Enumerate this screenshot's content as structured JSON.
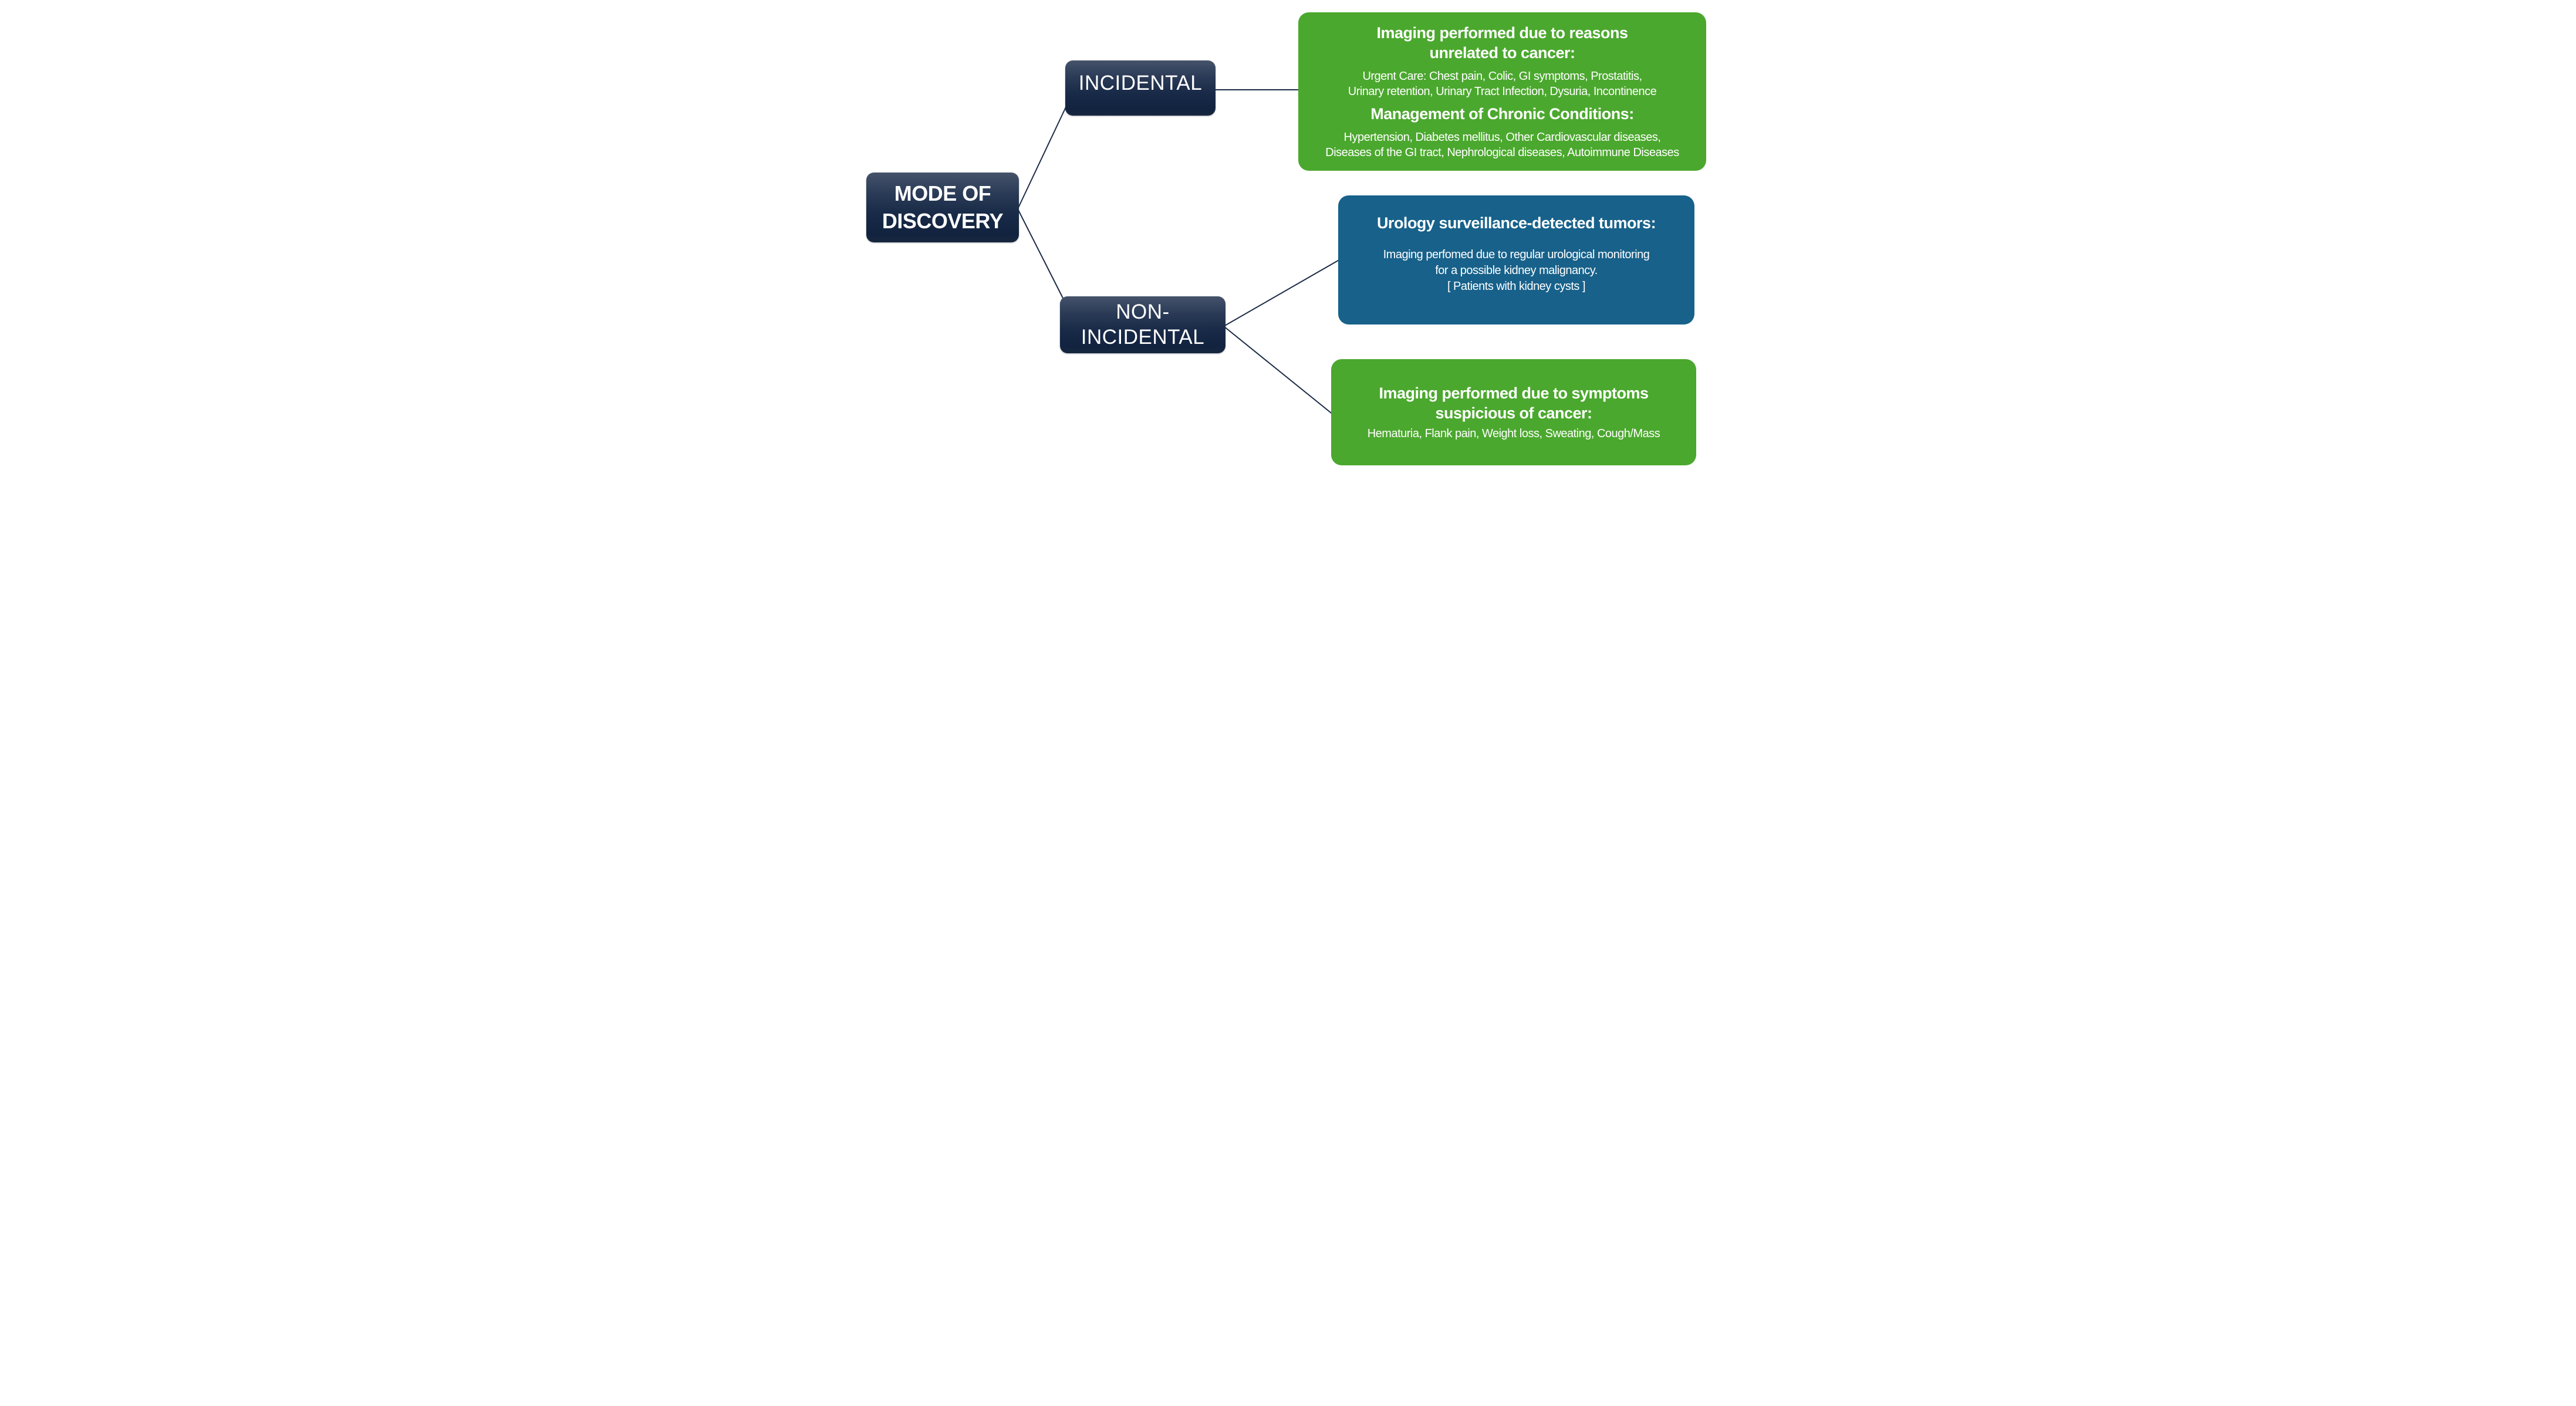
{
  "diagram": {
    "root": {
      "label": "MODE OF\nDISCOVERY"
    },
    "incidental": {
      "label": "INCIDENTAL"
    },
    "non_incidental": {
      "label": "NON-\nINCIDENTAL"
    },
    "incidental_detail": {
      "title": "Imaging performed due to reasons\nunrelated to cancer:",
      "urgent_care": "Urgent Care: Chest pain, Colic, GI symptoms,  Prostatitis,\nUrinary retention, Urinary Tract Infection, Dysuria, Incontinence",
      "chronic_title": "Management of Chronic Conditions:",
      "chronic_list": "Hypertension, Diabetes mellitus, Other Cardiovascular diseases,\nDiseases of the GI tract, Nephrological diseases, Autoimmune Diseases"
    },
    "surveillance_detail": {
      "title": "Urology surveillance-detected tumors:",
      "body": "Imaging perfomed due to regular urological monitoring\nfor a possible kidney malignancy.\n[ Patients with kidney cysts ]"
    },
    "symptomatic_detail": {
      "title": "Imaging performed due to symptoms\nsuspicious of cancer:",
      "body": "Hematuria, Flank pain, Weight loss, Sweating, Cough/Mass"
    },
    "colors": {
      "green": "#4BA82E",
      "blue": "#17618A",
      "navy_node": "#13233F",
      "connector": "#1B2B47",
      "text": "#FFFFFF"
    }
  }
}
